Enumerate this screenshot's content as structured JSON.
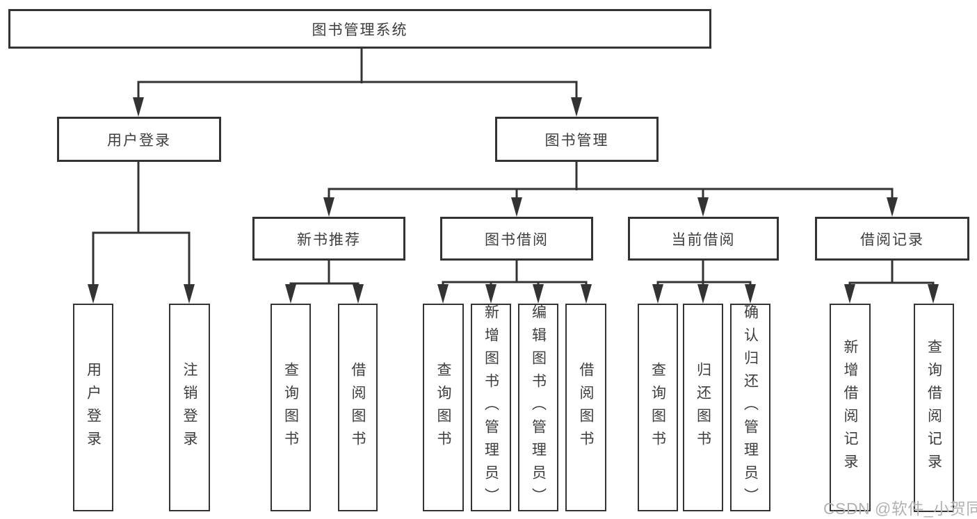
{
  "tree": {
    "root": "图书管理系统",
    "branches": [
      {
        "label": "用户登录",
        "children": [
          "用户登录",
          "注销登录"
        ]
      },
      {
        "label": "图书管理",
        "groups": [
          {
            "label": "新书推荐",
            "children": [
              "查询图书",
              "借阅图书"
            ]
          },
          {
            "label": "图书借阅",
            "children": [
              "查询图书",
              "新增图书（管理员）",
              "编辑图书（管理员）",
              "借阅图书"
            ]
          },
          {
            "label": "当前借阅",
            "children": [
              "查询图书",
              "归还图书",
              "确认归还（管理员）"
            ]
          },
          {
            "label": "借阅记录",
            "children": [
              "新增借阅记录",
              "查询借阅记录"
            ]
          }
        ]
      }
    ]
  },
  "watermark": "CSDN @软件_小贺同学",
  "colors": {
    "line": "#333333",
    "text": "#3d3d3d",
    "box_background": "#ffffff",
    "watermark_text": "#b2b2b2"
  }
}
